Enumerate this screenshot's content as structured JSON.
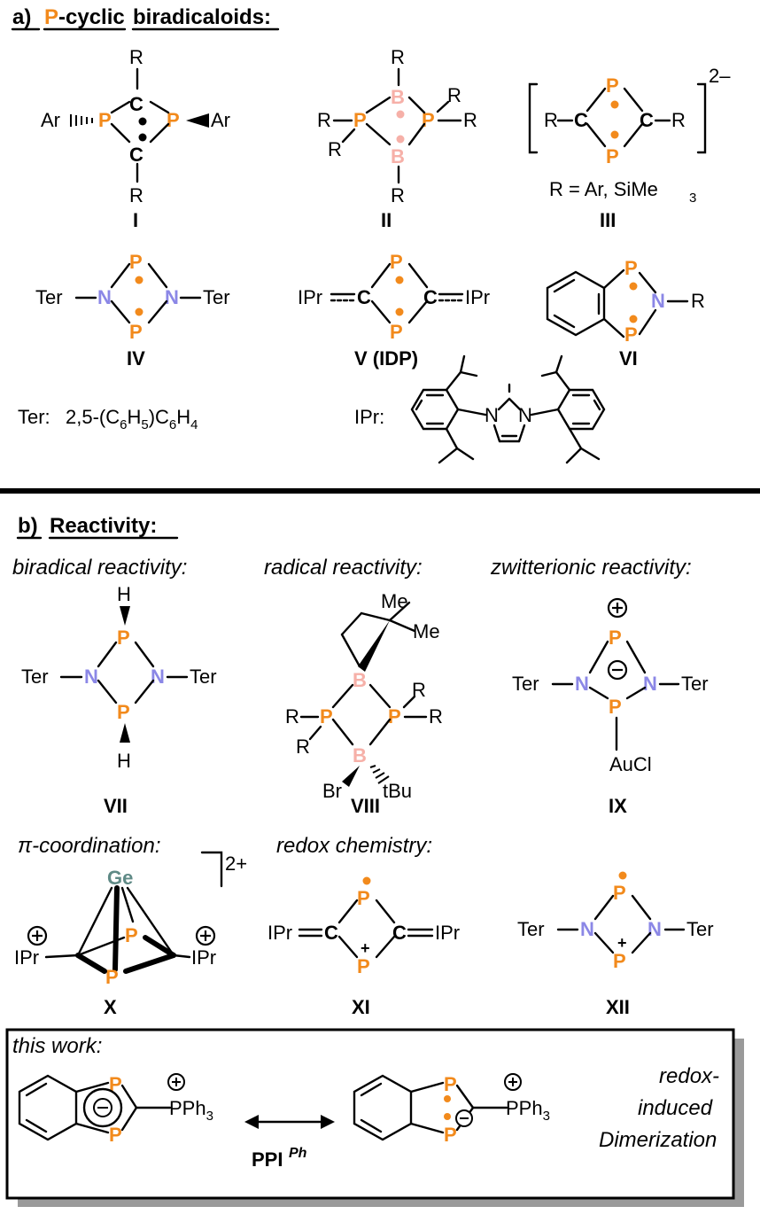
{
  "section_a": {
    "letter": "a)",
    "p_prefix": "P",
    "title_rest": "-cyclic",
    "title_end": "biradicaloids:"
  },
  "section_b": {
    "letter": "b)",
    "title": "Reactivity:"
  },
  "captions": {
    "biradical": "biradical reactivity:",
    "radical": "radical reactivity:",
    "zwitterionic": "zwitterionic reactivity:",
    "pi_coord": "π-coordination:",
    "redox": "redox chemistry:",
    "this_work": "this work:",
    "redox_dim_1": "redox-",
    "redox_dim_2": "induced",
    "redox_dim_3": "Dimerization"
  },
  "labels": {
    "I": "I",
    "II": "II",
    "III": "III",
    "IV": "IV",
    "V": "V (IDP)",
    "VI": "VI",
    "VII": "VII",
    "VIII": "VIII",
    "IX": "IX",
    "X": "X",
    "XI": "XI",
    "XII": "XII",
    "PPI": "PPI",
    "PPI_sup": "Ph"
  },
  "legend": {
    "ter_label": "Ter:",
    "ter_formula_a": "2,5-(C",
    "ter_sub_1": "6",
    "ter_formula_b": "H",
    "ter_sub_2": "5",
    "ter_formula_c": ")C",
    "ter_sub_3": "6",
    "ter_formula_d": "H",
    "ter_sub_4": "4",
    "ipr_label": "IPr:",
    "r_def_a": "R = Ar, SiMe",
    "r_def_sub": "3",
    "charge_2minus": "2–",
    "charge_2plus": "2+"
  },
  "atoms": {
    "P": "P",
    "B": "B",
    "N": "N",
    "C": "C",
    "Ge": "Ge",
    "R": "R",
    "Ar": "Ar",
    "Ter": "Ter",
    "IPr": "IPr",
    "H": "H",
    "Me": "Me",
    "Br": "Br",
    "tBu": "tBu",
    "AuCl": "AuCl",
    "PPh": "PPh",
    "sub3": "3",
    "plus": "+",
    "minus": "−"
  }
}
